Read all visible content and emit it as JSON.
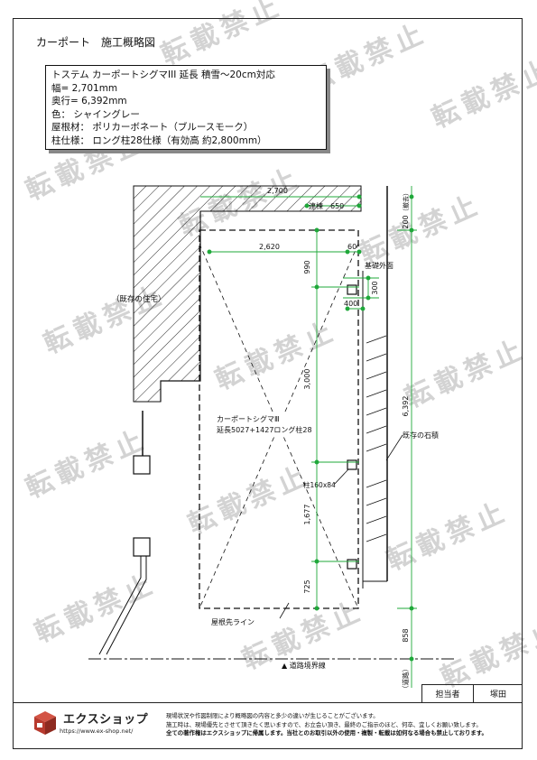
{
  "doc_title": "カーポート　施工概略図",
  "spec": {
    "product": "トステム カーポートシグマIII 延長 積雪～20cm対応",
    "width": "幅= 2,701mm",
    "depth": "奥行= 6,392mm",
    "color": "色： シャイングレー",
    "roof": "屋根材： ポリカーボネート（ブルースモーク）",
    "pillar": "柱仕様： ロング柱28仕様（有効高 約2,800mm）"
  },
  "watermark": "転載禁止",
  "drawing": {
    "dim_2700": "2,700",
    "dim_650": "650",
    "label_rentou": "連棟",
    "dim_2620": "2,620",
    "dim_60": "60",
    "dim_990": "990",
    "dim_300": "300",
    "dim_400": "400",
    "dim_3000": "3,000",
    "dim_1677": "1,677",
    "dim_725": "725",
    "dim_200": "200",
    "label_200_suffix": "（撤去）",
    "dim_6392": "6,392",
    "dim_858": "858",
    "label_existing_house": "（既存の住宅）",
    "label_foundation": "基礎外面",
    "label_stone_wall": "既存の石積",
    "label_pillar_size": "柱160x84",
    "label_product_line1": "カーポートシグマⅢ",
    "label_product_line2": "延長5027+1427ロング柱28",
    "label_drip_line": "屋根先ライン",
    "label_road_boundary": "▲ 道路境界線",
    "label_road": "（道路）"
  },
  "staff": {
    "label": "担当者",
    "name": "塚田"
  },
  "logo": {
    "name": "エクスショップ",
    "url": "https://www.ex-shop.net/"
  },
  "notes": {
    "line1": "現場状況や作図制限により概略図の内容と多少の違いが生じることがございます。",
    "line2": "施工時は、現場優先とさせて頂きたく思いますので、お立会い頂き、最終のご指示のほど、何卒、宜しくお願い致します。",
    "line3": "全ての著作権はエクスショップに帰属します。当社とのお取引以外の使用・複製・転載は如何なる場合も禁止しております。"
  },
  "colors": {
    "dimension": "#1fa83a",
    "line": "#111111",
    "watermark": "#d3d3d3",
    "logo_red": "#c0392b"
  }
}
